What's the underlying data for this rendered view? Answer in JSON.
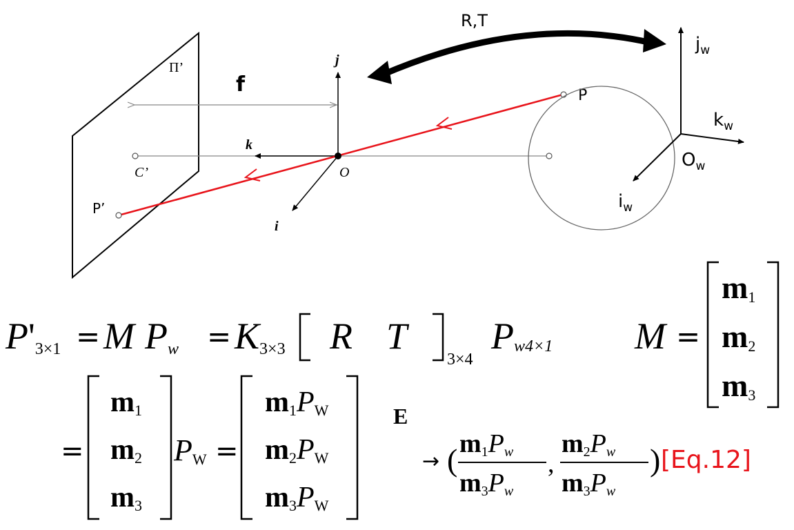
{
  "diagram": {
    "rt_label": "R,T",
    "plane_label": "Π’",
    "focal_label": "f",
    "camera_axes": {
      "j": "j",
      "k": "k",
      "i": "i",
      "origin": "O"
    },
    "c_prime": "C’",
    "p_prime": "P’",
    "point_p": "P",
    "world_axes": {
      "j": "j",
      "j_sub": "w",
      "k": "k",
      "k_sub": "w",
      "o": "O",
      "o_sub": "w",
      "i": "i",
      "i_sub": "w"
    },
    "colors": {
      "ray": "#e8141b",
      "line": "#000000",
      "guide": "#888888",
      "eq_tag": "#e8141b"
    }
  },
  "equations": {
    "line1": {
      "lhs": "P",
      "lhs_prime": "'",
      "lhs_sub": "3×1",
      "eq": "=",
      "M": "M",
      "Pw": "P",
      "Pw_sub": "w",
      "eq2": "=",
      "K": "K",
      "K_sub": "3×3",
      "R": "R",
      "T": "T",
      "RT_sub": "3×4",
      "Pw2": "P",
      "Pw2_sub": "w4×1"
    },
    "M_def": {
      "M": "M",
      "eq": "=",
      "rows": [
        {
          "m": "m",
          "sub": "1"
        },
        {
          "m": "m",
          "sub": "2"
        },
        {
          "m": "m",
          "sub": "3"
        }
      ]
    },
    "line2": {
      "eq": "=",
      "rows": [
        {
          "m": "m",
          "sub": "1"
        },
        {
          "m": "m",
          "sub": "2"
        },
        {
          "m": "m",
          "sub": "3"
        }
      ],
      "PW": "P",
      "PW_sub": "W",
      "eq2": "=",
      "prod_rows": [
        {
          "m": "m",
          "msub": "1",
          "P": "P",
          "Psub": "W"
        },
        {
          "m": "m",
          "msub": "2",
          "P": "P",
          "Psub": "W"
        },
        {
          "m": "m",
          "msub": "3",
          "P": "P",
          "Psub": "W"
        }
      ],
      "E_symbol": "E",
      "arrow": "→",
      "open_paren": "(",
      "frac1": {
        "num_m": "m",
        "num_msub": "1",
        "num_P": "P",
        "num_Psub": "w",
        "den_m": "m",
        "den_msub": "3",
        "den_P": "P",
        "den_Psub": "w"
      },
      "comma": ",",
      "frac2": {
        "num_m": "m",
        "num_msub": "2",
        "num_P": "P",
        "num_Psub": "w",
        "den_m": "m",
        "den_msub": "3",
        "den_P": "P",
        "den_Psub": "w"
      },
      "close_paren": ")",
      "eq_tag": "[Eq.12]"
    }
  }
}
